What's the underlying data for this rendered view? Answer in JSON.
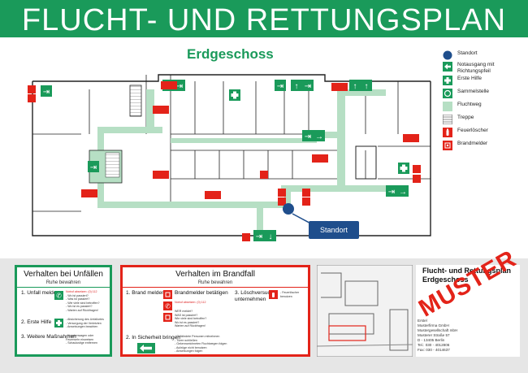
{
  "title": "FLUCHT- UND RETTUNGSPLAN",
  "subtitle": "Erdgeschoss",
  "standort_label": "Standort",
  "legend": [
    {
      "icon": "standort",
      "label": "Standort"
    },
    {
      "icon": "notausgang",
      "label": "Notausgang mit Richtungspfeil"
    },
    {
      "icon": "erste-hilfe",
      "label": "Erste Hilfe"
    },
    {
      "icon": "sammelstelle",
      "label": "Sammelstelle"
    },
    {
      "icon": "fluchtweg",
      "label": "Fluchtweg"
    },
    {
      "icon": "treppe",
      "label": "Treppe"
    },
    {
      "icon": "feuerloescher",
      "label": "Feuerlöscher"
    },
    {
      "icon": "brandmelder",
      "label": "Brandmelder"
    }
  ],
  "unfall": {
    "title": "Verhalten bei Unfällen",
    "subtitle": "Ruhe bewahren",
    "steps": [
      {
        "label": "1. Unfall melden",
        "details": [
          "Notruf absetzen: (0) 112",
          "- Wo ist passiert?",
          "- Was ist passiert?",
          "- Wie viele sind betroffen?",
          "- Wo ist es passiert?",
          "- Warten auf Rückfragen!"
        ]
      },
      {
        "label": "2. Erste Hilfe",
        "details": [
          "- Absicherung des Unfallortes",
          "- Versorgung der Verletzten",
          "- Anweisungen beachten"
        ]
      },
      {
        "label": "3. Weitere Maßnahmen",
        "details": [
          "- Krankenwagen oder",
          "  Feuerwehr einweisen",
          "- Schaulustige entfernen"
        ]
      }
    ]
  },
  "brand": {
    "title": "Verhalten im Brandfall",
    "subtitle": "Ruhe bewahren",
    "step1": "1. Brand melden",
    "step1_action": "Brandmelder betätigen",
    "step1_details": [
      "Notruf absetzen: (0) 112",
      "WER meldet?",
      "WAS ist passiert?",
      "Wie viele sind betroffen?",
      "Wo ist es passiert?",
      "Warten auf Rückfragen!"
    ],
    "step2": "2. In Sicherheit bringen",
    "step2_details": [
      "- Gefährdete Personen mitnehmen",
      "- Türen schließen",
      "- Gekennzeichneten Fluchtwegen folgen",
      "- Aufzüge nicht benutzen",
      "- Anweisungen folgen"
    ],
    "step3": "3. Löschversuch unternehmen",
    "step3_details": [
      "- Feuerlöscher benutzen"
    ]
  },
  "info": {
    "title_line1": "Flucht- und Rettungsplan",
    "title_line2": "Erdgeschoss",
    "stamp": "MUSTER",
    "address": [
      "Erstel",
      "",
      "Musterfirma GmbH",
      "Mustergesellschaft mbH",
      "",
      "Musterer Straße 57",
      "D - 13405 Berlin",
      "Tel.: 030 - 4012806",
      "Fax: 030 - 4014637"
    ]
  },
  "colors": {
    "green": "#1a9a5a",
    "red": "#e32319",
    "blue": "#1f4e8c",
    "route": "#b6dfc4"
  }
}
